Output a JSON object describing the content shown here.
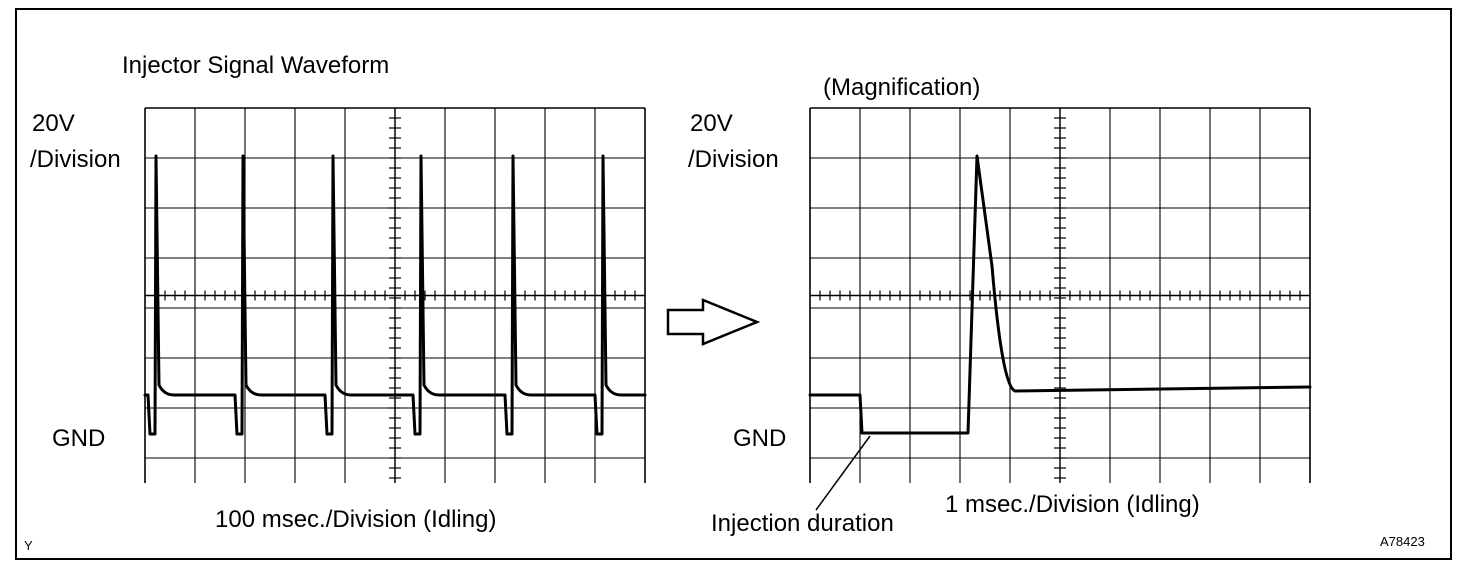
{
  "left_panel": {
    "title": "Injector Signal Waveform",
    "volt_scale": "20V",
    "volt_unit": "/Division",
    "gnd_label": "GND",
    "time_scale": "100 msec./Division (Idling)"
  },
  "right_panel": {
    "title": "(Magnification)",
    "volt_scale": "20V",
    "volt_unit": "/Division",
    "gnd_label": "GND",
    "time_scale": "1 msec./Division (Idling)",
    "callout": "Injection duration"
  },
  "corner_left": "Y",
  "figure_code": "A78423",
  "arrow_icon": "right-arrow-icon",
  "colors": {
    "ink": "#000000",
    "grid": "#000000",
    "background": "#ffffff"
  }
}
